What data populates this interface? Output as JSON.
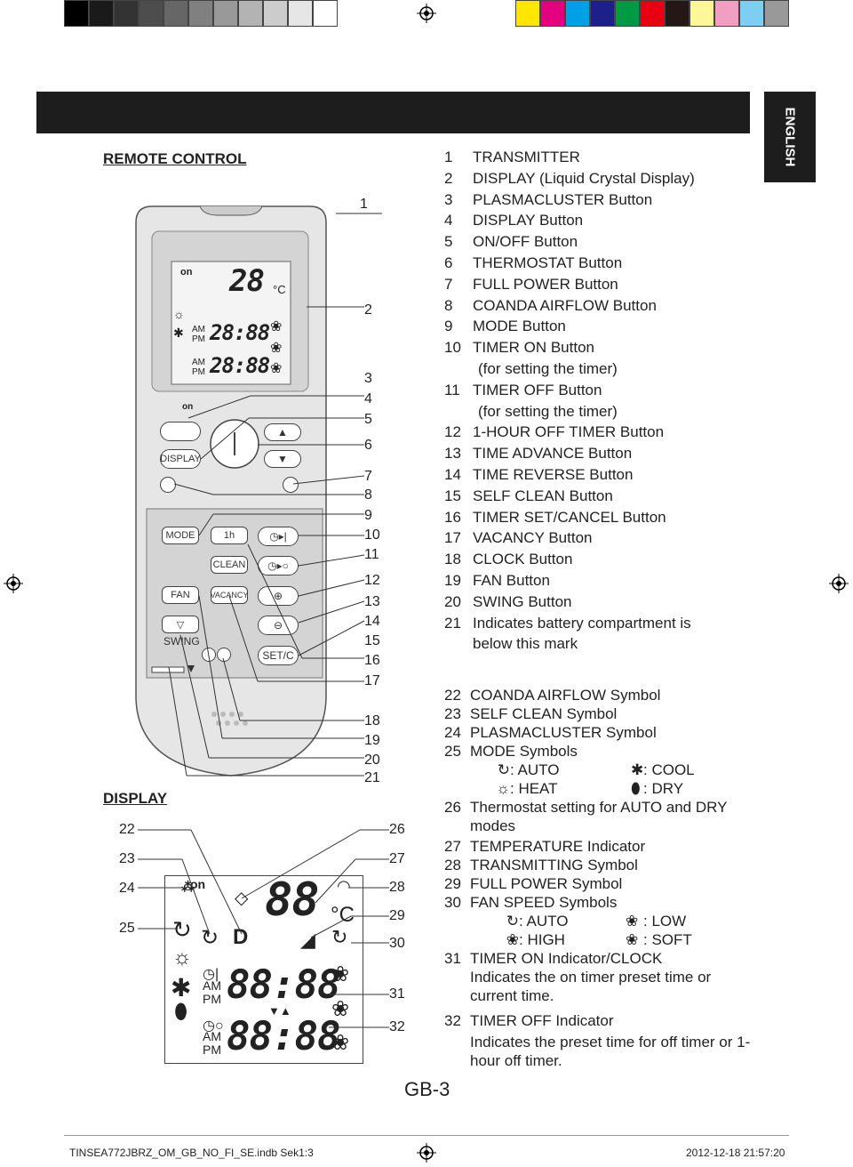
{
  "colors": {
    "dark": "#1d1d1d",
    "body": "#e6e6e6",
    "panel": "#d3d3d3",
    "lcd": "#f4f4f4"
  },
  "lang_tab": "ENGLISH",
  "remote_heading": "REMOTE CONTROL",
  "display_heading": "DISPLAY",
  "remote_items": [
    {
      "n": "1",
      "t": "TRANSMITTER"
    },
    {
      "n": "2",
      "t": "DISPLAY (Liquid Crystal Display)"
    },
    {
      "n": "3",
      "t": "PLASMACLUSTER Button"
    },
    {
      "n": "4",
      "t": "DISPLAY Button"
    },
    {
      "n": "5",
      "t": "ON/OFF Button"
    },
    {
      "n": "6",
      "t": "THERMOSTAT Button"
    },
    {
      "n": "7",
      "t": "FULL POWER Button"
    },
    {
      "n": "8",
      "t": "COANDA AIRFLOW Button"
    },
    {
      "n": "9",
      "t": "MODE Button"
    },
    {
      "n": "10",
      "t": "TIMER ON Button"
    },
    {
      "n": "",
      "t": "(for setting the timer)"
    },
    {
      "n": "11",
      "t": "TIMER OFF Button"
    },
    {
      "n": "",
      "t": "(for setting the timer)"
    },
    {
      "n": "12",
      "t": "1-HOUR OFF TIMER Button"
    },
    {
      "n": "13",
      "t": "TIME ADVANCE Button"
    },
    {
      "n": "14",
      "t": "TIME REVERSE Button"
    },
    {
      "n": "15",
      "t": "SELF CLEAN Button"
    },
    {
      "n": "16",
      "t": "TIMER SET/CANCEL Button"
    },
    {
      "n": "17",
      "t": "VACANCY Button"
    },
    {
      "n": "18",
      "t": "CLOCK Button"
    },
    {
      "n": "19",
      "t": "FAN Button"
    },
    {
      "n": "20",
      "t": "SWING Button"
    },
    {
      "n": "21",
      "t": "Indicates battery compartment is"
    },
    {
      "n": "",
      "t": "below this mark"
    }
  ],
  "display_items": {
    "i22": {
      "n": "22",
      "t": "COANDA AIRFLOW Symbol"
    },
    "i23": {
      "n": "23",
      "t": "SELF CLEAN Symbol"
    },
    "i24": {
      "n": "24",
      "t": "PLASMACLUSTER Symbol"
    },
    "i25": {
      "n": "25",
      "t": "MODE Symbols"
    },
    "mode_auto": ": AUTO",
    "mode_cool": ": COOL",
    "mode_heat": ": HEAT",
    "mode_dry": ": DRY",
    "i26": {
      "n": "26",
      "t": "Thermostat setting for AUTO and DRY modes"
    },
    "i27": {
      "n": "27",
      "t": "TEMPERATURE Indicator"
    },
    "i28": {
      "n": "28",
      "t": "TRANSMITTING Symbol"
    },
    "i29": {
      "n": "29",
      "t": "FULL POWER Symbol"
    },
    "i30": {
      "n": "30",
      "t": "FAN SPEED Symbols"
    },
    "fan_auto": ": AUTO",
    "fan_low": ": LOW",
    "fan_high": ": HIGH",
    "fan_soft": ": SOFT",
    "i31": {
      "n": "31",
      "t": "TIMER ON Indicator/CLOCK",
      "d": "Indicates the on timer preset time or current time."
    },
    "i32": {
      "n": "32",
      "t": "TIMER OFF Indicator",
      "d": "Indicates the preset time for off timer or 1-hour off timer."
    }
  },
  "remote_callouts": [
    "1",
    "2",
    "3",
    "4",
    "5",
    "6",
    "7",
    "8",
    "9",
    "10",
    "11",
    "12",
    "13",
    "14",
    "15",
    "16",
    "17",
    "18",
    "19",
    "20",
    "21"
  ],
  "display_callouts_left": [
    "22",
    "23",
    "24",
    "25"
  ],
  "display_callouts_right": [
    "26",
    "27",
    "28",
    "29",
    "30",
    "31",
    "32"
  ],
  "remote": {
    "on": "on",
    "temp": "28",
    "unit": "°C",
    "am": "AM",
    "pm": "PM",
    "time1": "28:88",
    "time2": "28:88",
    "display_btn": "DISPLAY",
    "mode_btn": "MODE",
    "timer1h_btn": "1h",
    "clean_btn": "CLEAN",
    "fan_btn": "FAN",
    "vacancy_btn": "VACANCY",
    "swing_btn": "SWING",
    "setc_btn": "SET/C"
  },
  "lcd": {
    "on": "on",
    "temp": "88",
    "unit": "°C",
    "am": "AM",
    "pm": "PM",
    "time1": "88:88",
    "time2": "88:88"
  },
  "page_no": "GB-3",
  "footer": {
    "file": "TINSEA772JBRZ_OM_GB_NO_FI_SE.indb   Sek1:3",
    "date": "2012-12-18   21:57:20"
  }
}
